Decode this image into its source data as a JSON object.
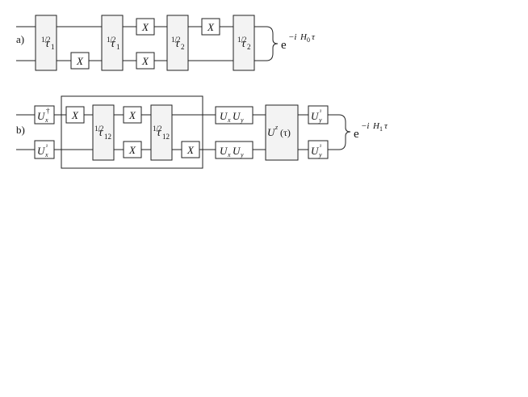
{
  "circuit_a": {
    "label": "a)",
    "gate1": {
      "frac": "1/2",
      "tau": "τ",
      "sub": "1"
    },
    "x_bottom1": "X",
    "gate2": {
      "frac": "1/2",
      "tau": "τ",
      "sub": "1"
    },
    "x_top1": "X",
    "x_bottom2": "X",
    "gate3": {
      "frac": "1/2",
      "tau": "τ",
      "sub": "2"
    },
    "x_top2": "X",
    "gate4": {
      "frac": "1/2",
      "tau": "τ",
      "sub": "2"
    },
    "result": {
      "base": "e",
      "exp_minus_i": "−i",
      "exp_H": "H",
      "exp_sub": "0",
      "exp_tau": "τ"
    }
  },
  "circuit_b": {
    "label": "b)",
    "ux_dag": {
      "U": "U",
      "sub": "x",
      "sup": "†"
    },
    "ux_plain": {
      "U": "U",
      "sub": "x",
      "sup": "ᵡ"
    },
    "x_top1": "X",
    "gate_tau12_a": {
      "frac": "1/2",
      "tau": "τ",
      "sub": "12"
    },
    "x_top2": "X",
    "x_bottom1": "X",
    "gate_tau12_b": {
      "frac": "1/2",
      "tau": "τ",
      "sub": "12"
    },
    "x_bottom2": "X",
    "uxuy_top": {
      "U1": "U",
      "s1": "x",
      "U2": "U",
      "s2": "y"
    },
    "uxuy_bottom": {
      "U1": "U",
      "s1": "x",
      "U2": "U",
      "s2": "y"
    },
    "uz": {
      "U": "U",
      "sup": "z",
      "arg": "(τ)"
    },
    "uy_top": {
      "U": "U",
      "sub": "y",
      "sup": "ᵡ"
    },
    "uy_bottom": {
      "U": "U",
      "sub": "y",
      "sup": "ᵡ"
    },
    "result": {
      "base": "e",
      "exp_minus_i": "−i",
      "exp_H": "H",
      "exp_sub": "1",
      "exp_tau": "τ"
    }
  }
}
